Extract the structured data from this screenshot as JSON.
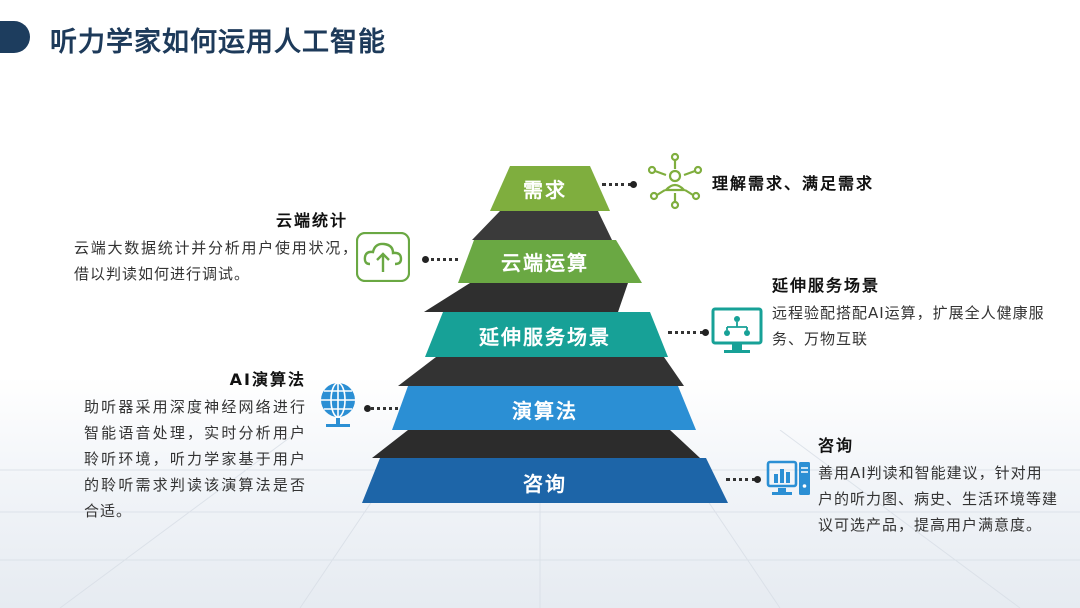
{
  "title": "听力学家如何运用人工智能",
  "layers": [
    {
      "label": "需求",
      "color": "#7fae3e"
    },
    {
      "label": "云端运算",
      "color": "#6aa843"
    },
    {
      "label": "延伸服务场景",
      "color": "#17a197"
    },
    {
      "label": "演算法",
      "color": "#2b8fd4"
    },
    {
      "label": "咨询",
      "color": "#1d65a8"
    }
  ],
  "annotations": {
    "demand": {
      "head": "理解需求、满足需求"
    },
    "cloud": {
      "head": "云端统计",
      "body": "云端大数据统计并分析用户使用状况，借以判读如何进行调试。"
    },
    "service": {
      "head": "延伸服务场景",
      "body": "远程验配搭配AI运算，扩展全人健康服务、万物互联"
    },
    "algo": {
      "head": "AI演算法",
      "body": "助听器采用深度神经网络进行智能语音处理，实时分析用户聆听环境，听力学家基于用户的聆听需求判读该演算法是否合适。"
    },
    "consult": {
      "head": "咨询",
      "body": "善用AI判读和智能建议，针对用户的听力图、病史、生活环境等建议可选产品，提高用户满意度。"
    }
  },
  "icons": {
    "demand": "people-network-icon",
    "cloud": "cloud-upload-icon",
    "service": "monitor-network-icon",
    "algo": "globe-icon",
    "consult": "computer-chart-icon"
  },
  "colors": {
    "title": "#1d3a5a",
    "accent_bar": "#1d3d5e",
    "green_icon": "#6aa843",
    "teal_icon": "#17a197",
    "blue_icon": "#2b8fd4"
  }
}
